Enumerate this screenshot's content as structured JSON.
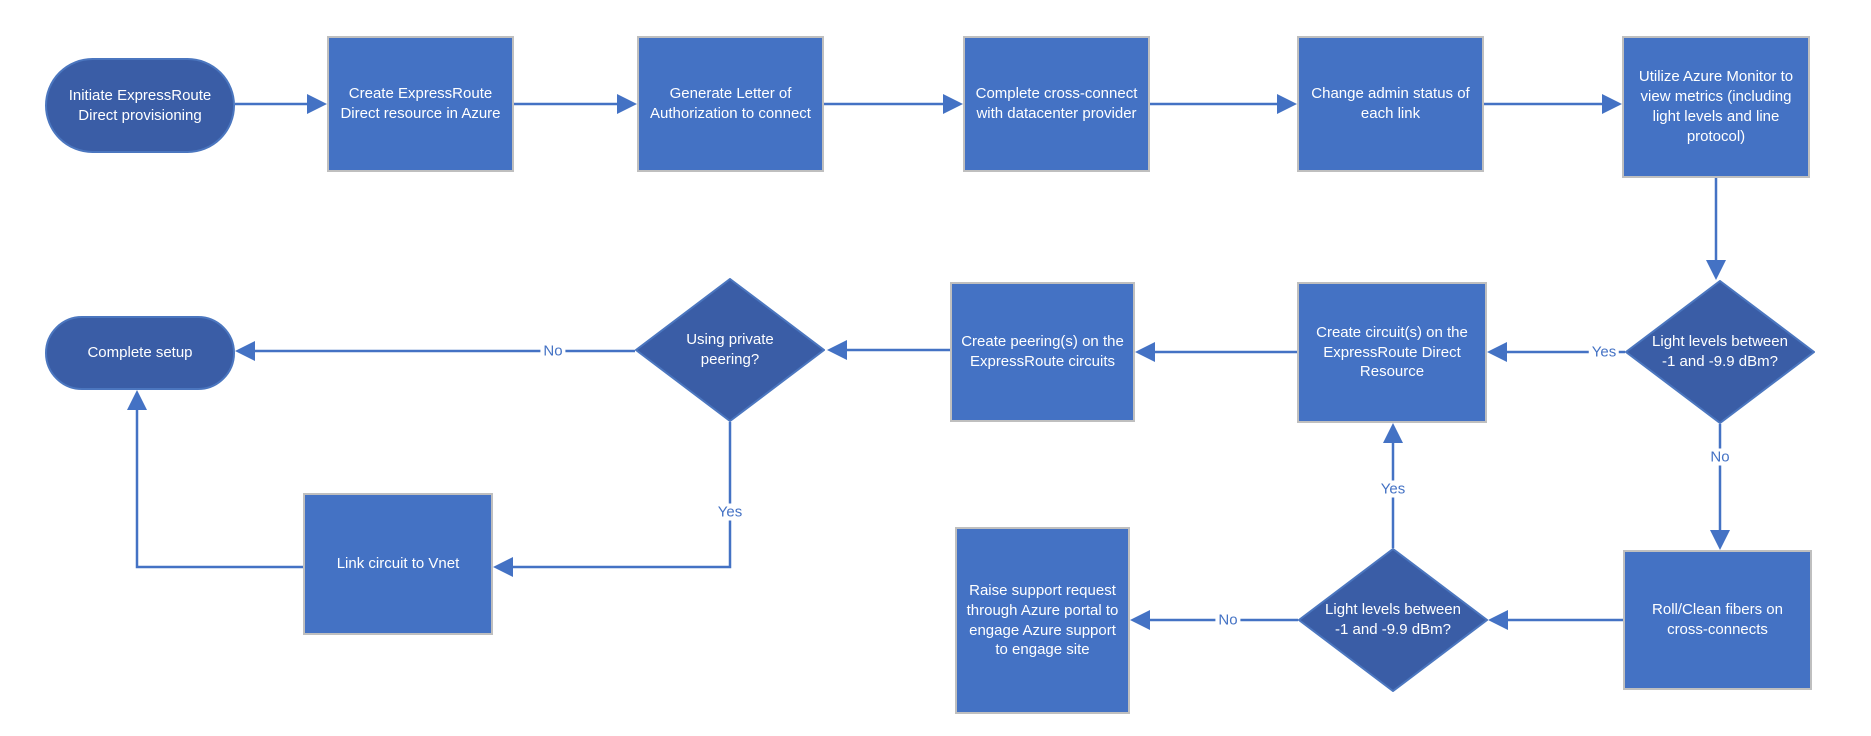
{
  "diagram": {
    "colors": {
      "process_fill": "#4472C4",
      "process_border": "#BFBFBF",
      "terminal_fill": "#3A5DA6",
      "terminal_border": "#4B76BF",
      "decision_fill": "#3A5DA6",
      "connector": "#4472C4",
      "node_text": "#FFFFFF",
      "label_text": "#4472C4"
    },
    "nodes": {
      "start": {
        "type": "terminator",
        "label": "Initiate ExpressRoute Direct provisioning"
      },
      "create_resource": {
        "type": "process",
        "label": "Create ExpressRoute Direct resource in Azure"
      },
      "generate_loa": {
        "type": "process",
        "label": "Generate Letter of Authorization to connect"
      },
      "cross_connect": {
        "type": "process",
        "label": "Complete cross-connect with datacenter provider"
      },
      "admin_status": {
        "type": "process",
        "label": "Change admin status of each link"
      },
      "azure_monitor": {
        "type": "process",
        "label": "Utilize Azure Monitor to view metrics (including light levels and line protocol)"
      },
      "light_levels_1": {
        "type": "decision",
        "label": "Light levels between -1 and -9.9 dBm?"
      },
      "create_circuits": {
        "type": "process",
        "label": "Create circuit(s) on the ExpressRoute Direct Resource"
      },
      "create_peerings": {
        "type": "process",
        "label": "Create peering(s) on the ExpressRoute circuits"
      },
      "private_peering": {
        "type": "decision",
        "label": "Using private peering?"
      },
      "complete_setup": {
        "type": "terminator",
        "label": "Complete setup"
      },
      "link_circuit": {
        "type": "process",
        "label": "Link circuit to Vnet"
      },
      "raise_support": {
        "type": "process",
        "label": "Raise support request through Azure portal to engage Azure support to engage site"
      },
      "light_levels_2": {
        "type": "decision",
        "label": "Light levels between -1 and -9.9 dBm?"
      },
      "roll_clean": {
        "type": "process",
        "label": "Roll/Clean fibers on cross-connects"
      }
    },
    "edge_labels": {
      "d1_yes": "Yes",
      "d1_no": "No",
      "d2_yes": "Yes",
      "d2_no": "No",
      "d3_yes": "Yes",
      "d3_no": "No"
    }
  }
}
